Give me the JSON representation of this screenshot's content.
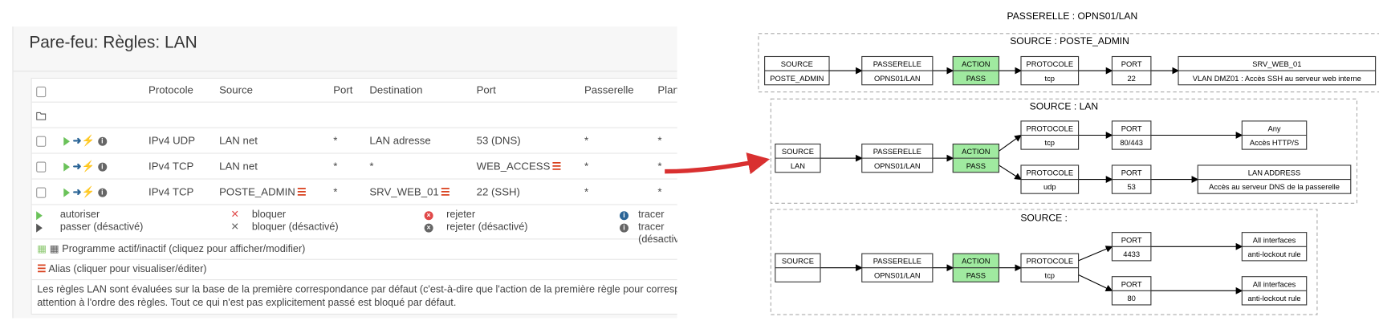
{
  "firewall": {
    "title": "Pare-feu: Règles: LAN",
    "columns": [
      "Protocole",
      "Source",
      "Port",
      "Destination",
      "Port",
      "Passerelle",
      "Plan"
    ],
    "rows": [
      {
        "protocol": "IPv4 UDP",
        "source": "LAN net",
        "source_alias": false,
        "port": "*",
        "destination": "LAN adresse",
        "dest_alias": false,
        "dport": "53 (DNS)",
        "dport_alias": false,
        "gateway": "*",
        "schedule": "*"
      },
      {
        "protocol": "IPv4 TCP",
        "source": "LAN net",
        "source_alias": false,
        "port": "*",
        "destination": "*",
        "dest_alias": false,
        "dport": "WEB_ACCESS",
        "dport_alias": true,
        "gateway": "*",
        "schedule": "*"
      },
      {
        "protocol": "IPv4 TCP",
        "source": "POSTE_ADMIN",
        "source_alias": true,
        "port": "*",
        "destination": "SRV_WEB_01",
        "dest_alias": true,
        "dport": "22 (SSH)",
        "dport_alias": false,
        "gateway": "*",
        "schedule": "*"
      }
    ],
    "legend": {
      "allow": "autoriser",
      "pass_disabled": "passer (désactivé)",
      "block": "bloquer",
      "block_disabled": "bloquer (désactivé)",
      "reject": "rejeter",
      "reject_disabled": "rejeter (désactivé)",
      "log": "tracer",
      "log_disabled": "tracer (désactivé)"
    },
    "schedule_note": "Programme actif/inactif (cliquez pour afficher/modifier)",
    "alias_note": "Alias (cliquer pour visualiser/éditer)",
    "info_line1": "Les règles LAN sont évaluées sur la base de la première correspondance par défaut (c'est-à-dire que l'action de la première règle pour correspondre",
    "info_line2": "attention à l'ordre des règles. Tout ce qui n'est pas explicitement passé est bloqué par défaut.",
    "colors": {
      "pass": "#6ac259",
      "alias": "#d9411e",
      "reject": "#e04848",
      "log": "#2a6496",
      "schedule": "#8cc870"
    }
  },
  "diagram": {
    "title": "PASSERELLE : OPNS01/LAN",
    "arrow_color": "#d93030",
    "action_color": "#a0eaa0",
    "clusters": [
      {
        "label": "SOURCE : POSTE_ADMIN",
        "nodes": [
          {
            "header": "SOURCE",
            "value": "POSTE_ADMIN"
          },
          {
            "header": "PASSERELLE",
            "value": "OPNS01/LAN"
          },
          {
            "header": "ACTION",
            "value": "PASS",
            "action": true
          },
          {
            "header": "PROTOCOLE",
            "value": "tcp"
          },
          {
            "header": "PORT",
            "value": "22"
          },
          {
            "header": "SRV_WEB_01",
            "value": "VLAN DMZ01 : Accès SSH au serveur web interne"
          }
        ]
      },
      {
        "label": "SOURCE : LAN",
        "nodes": [
          {
            "header": "SOURCE",
            "value": "LAN"
          },
          {
            "header": "PASSERELLE",
            "value": "OPNS01/LAN"
          },
          {
            "header": "ACTION",
            "value": "PASS",
            "action": true
          },
          {
            "header": "PROTOCOLE",
            "value": "tcp"
          },
          {
            "header": "PORT",
            "value": "80/443"
          },
          {
            "header": "Any",
            "value": "Accès HTTP/S"
          },
          {
            "header": "PROTOCOLE",
            "value": "udp"
          },
          {
            "header": "PORT",
            "value": "53"
          },
          {
            "header": "LAN ADDRESS",
            "value": "Accès au serveur DNS de la passerelle"
          }
        ]
      },
      {
        "label": "SOURCE :",
        "nodes": [
          {
            "header": "SOURCE",
            "value": ""
          },
          {
            "header": "PASSERELLE",
            "value": "OPNS01/LAN"
          },
          {
            "header": "ACTION",
            "value": "PASS",
            "action": true
          },
          {
            "header": "PROTOCOLE",
            "value": "tcp"
          },
          {
            "header": "PORT",
            "value": "4433"
          },
          {
            "header": "All interfaces",
            "value": "anti-lockout rule"
          },
          {
            "header": "PORT",
            "value": "80"
          },
          {
            "header": "All interfaces",
            "value": "anti-lockout rule"
          }
        ]
      }
    ]
  }
}
